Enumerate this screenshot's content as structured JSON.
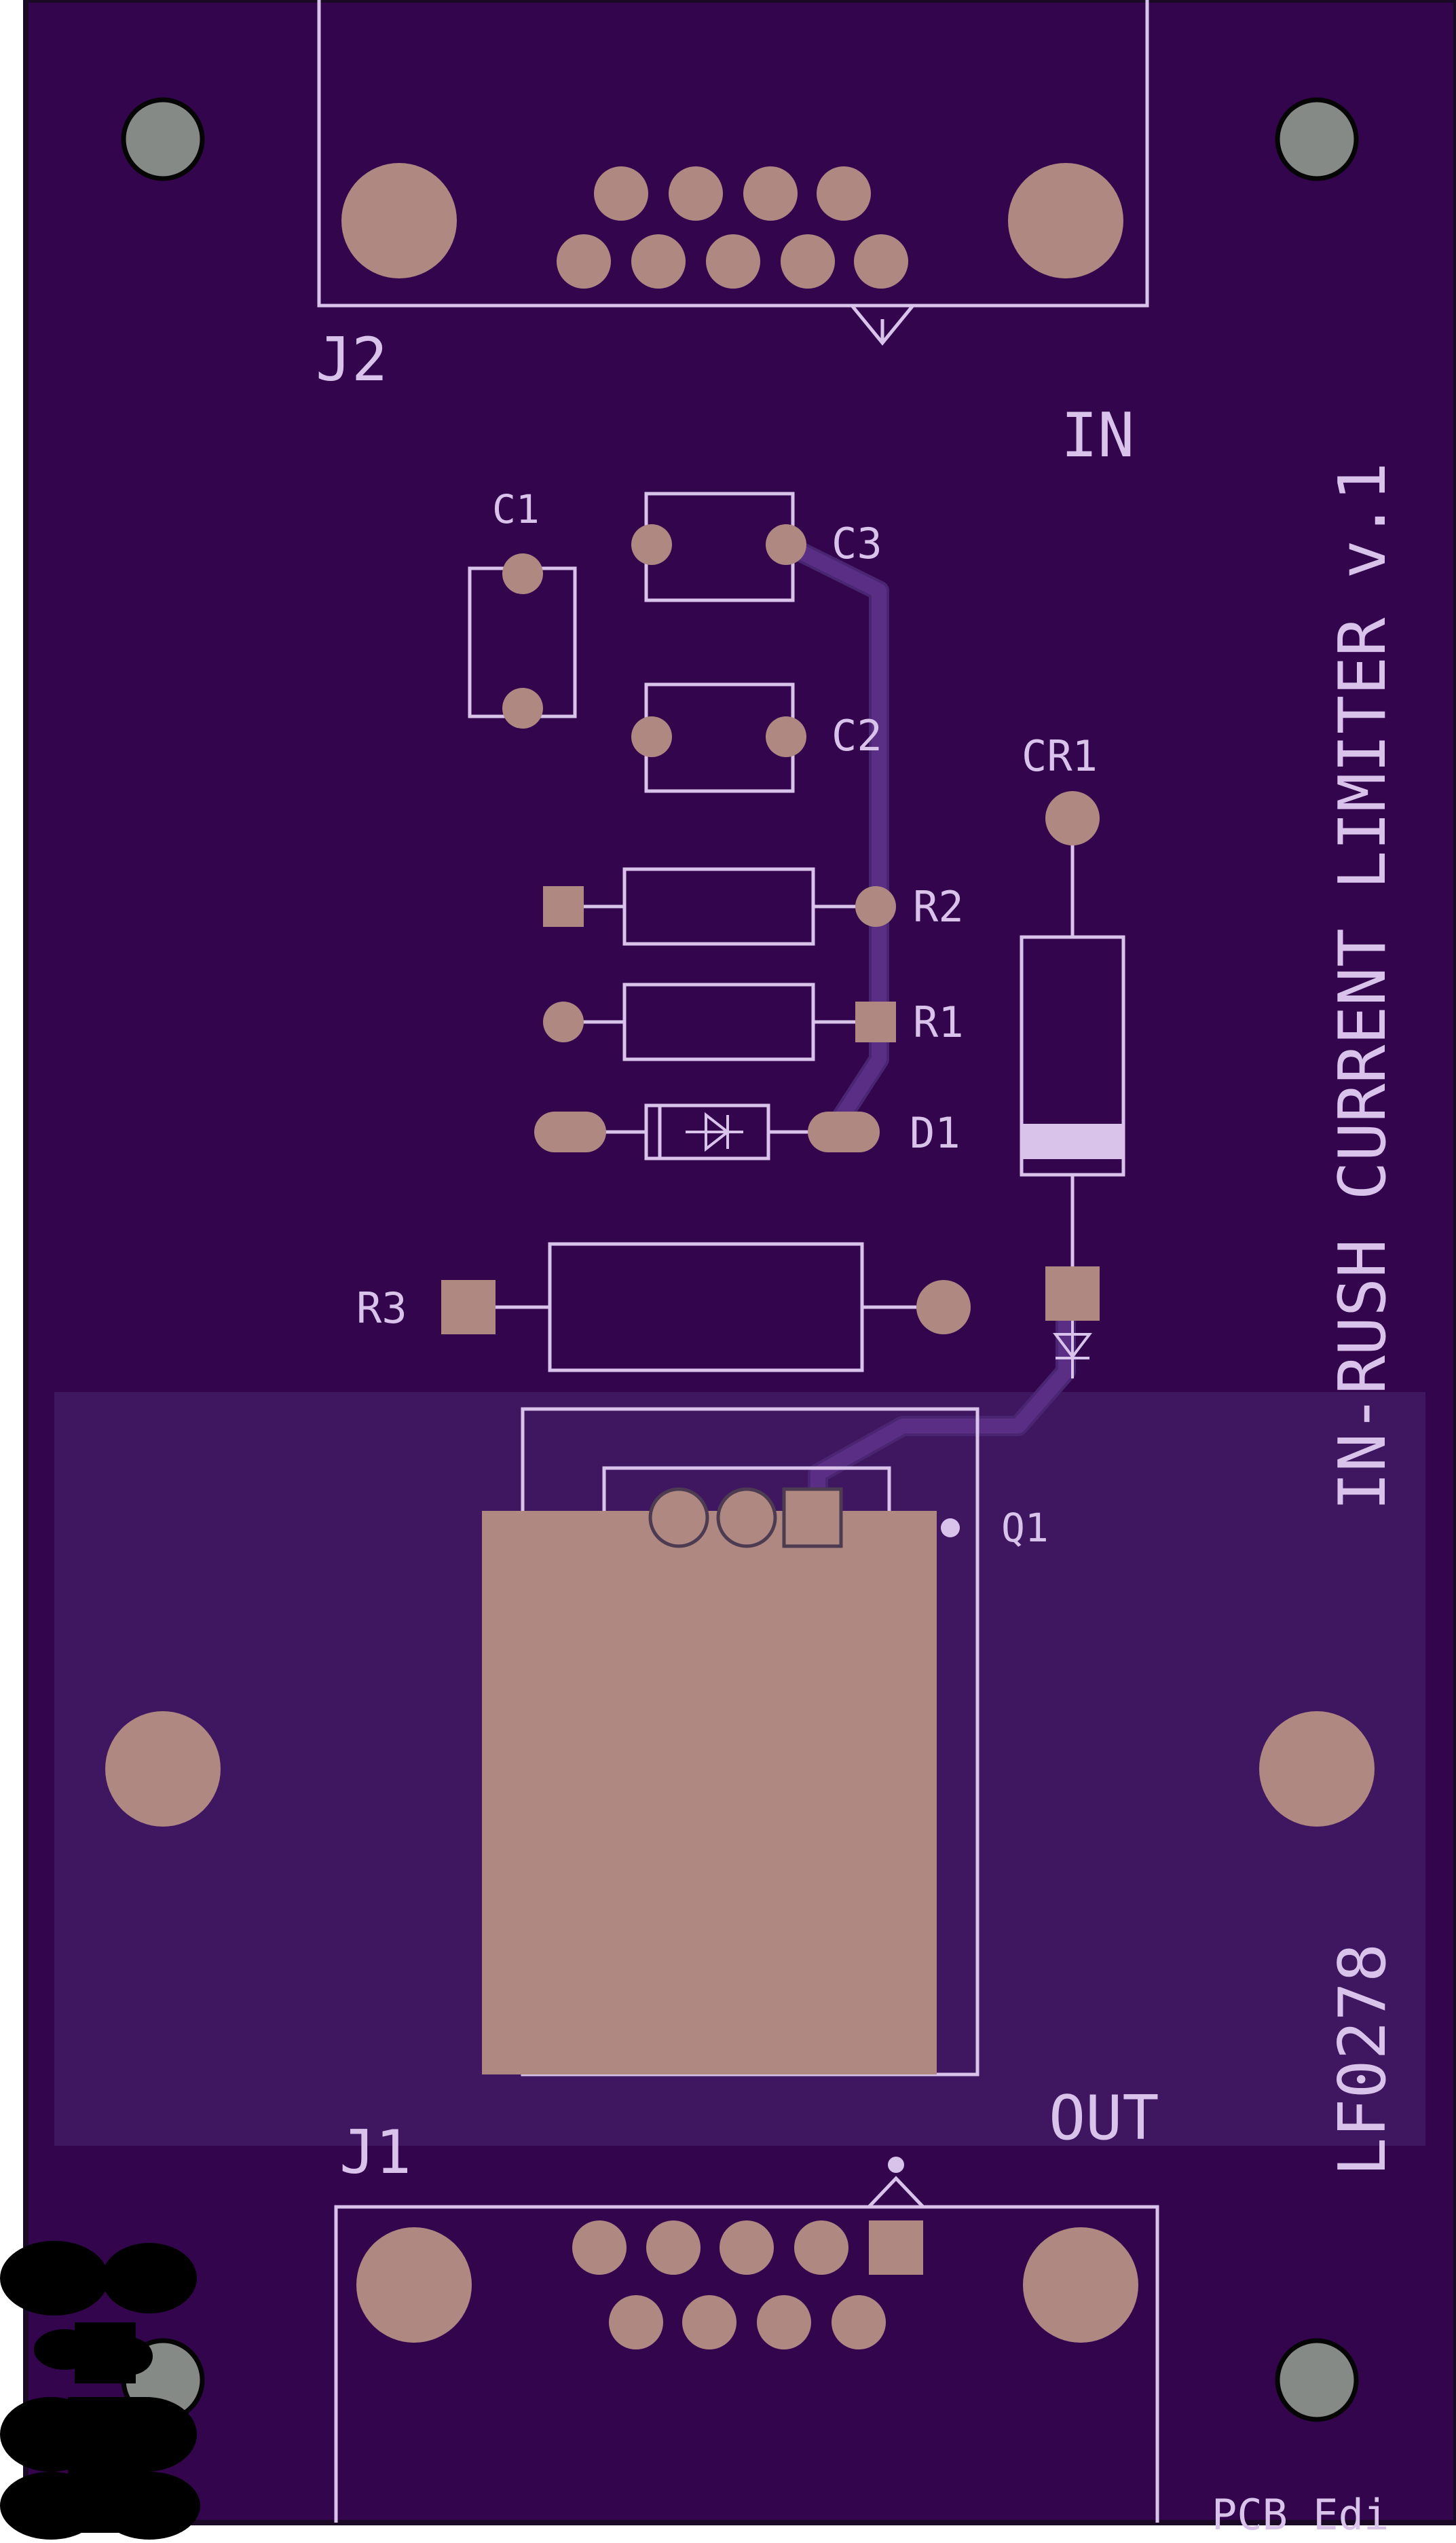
{
  "board": {
    "colors": {
      "substrate": "#32054d",
      "edge": "#1a0a26",
      "copper": "#b08882",
      "silkscreen": "#d9c3ea",
      "pour": "#3f1760",
      "mount_hole": "#858a86"
    }
  },
  "silkscreen": {
    "j2": "J2",
    "j1": "J1",
    "in": "IN",
    "out": "OUT",
    "c1": "C1",
    "c2": "C2",
    "c3": "C3",
    "r1": "R1",
    "r2": "R2",
    "r3": "R3",
    "d1": "D1",
    "cr1": "CR1",
    "q1": "Q1",
    "title": "IN-RUSH CURRENT LIMITER v.1",
    "part_number": "LF0278",
    "footer_fragment": "PCB Edi"
  }
}
